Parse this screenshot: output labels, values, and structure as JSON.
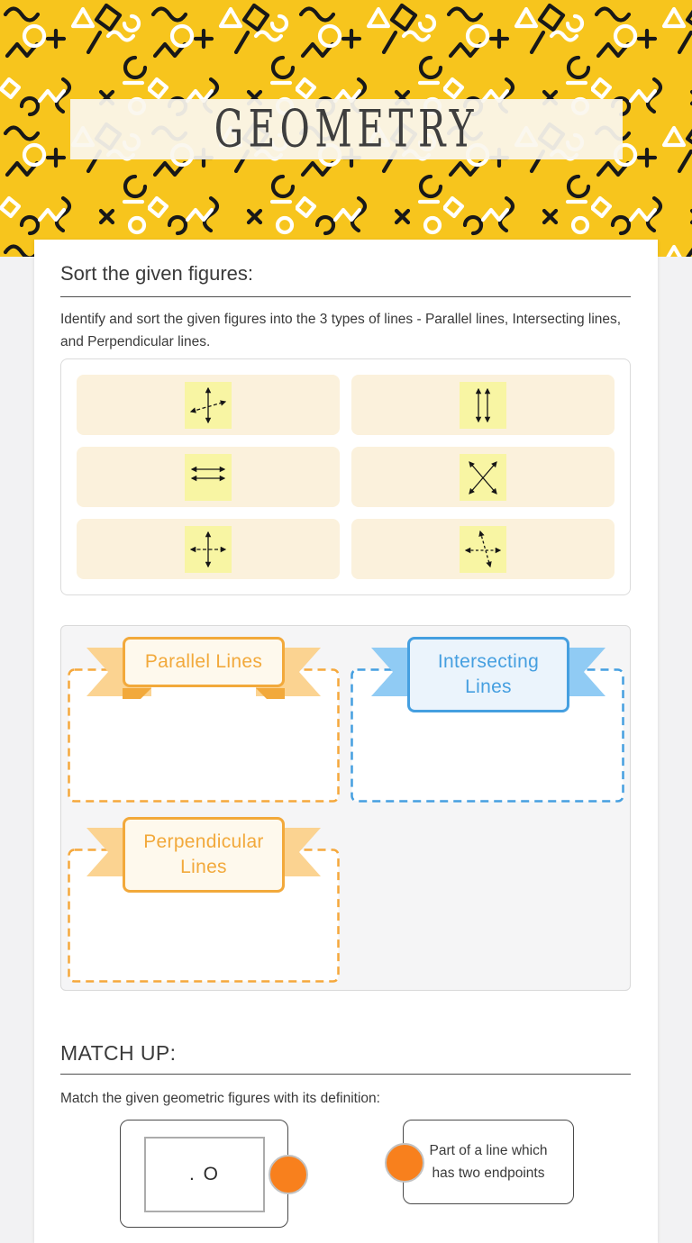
{
  "header": {
    "title": "GEOMETRY",
    "bg_color": "#F7C51D",
    "banner_color": "#F8F4EC",
    "title_color": "#3E3E3E"
  },
  "sort_section": {
    "heading": "Sort the given figures:",
    "instructions": "Identify and sort the given figures into the 3 types of lines - Parallel lines, Intersecting lines, and Perpendicular lines.",
    "figures": [
      {
        "name": "intersecting-lines-tilted"
      },
      {
        "name": "parallel-lines-vertical"
      },
      {
        "name": "parallel-lines-horizontal"
      },
      {
        "name": "intersecting-lines-x-cross"
      },
      {
        "name": "perpendicular-lines-cross"
      },
      {
        "name": "intersecting-lines-steep"
      }
    ],
    "figure_card_color": "#FBF1DC",
    "figure_tile_color": "#F8F5A3"
  },
  "zones": [
    {
      "label": "Parallel Lines",
      "accent": "#F2A93B",
      "wing": "#FBD391",
      "box_fill": "#FEF9ED"
    },
    {
      "label": "Intersecting Lines",
      "accent": "#459FE0",
      "wing": "#90CBF4",
      "box_fill": "#EBF4FC"
    },
    {
      "label": "Perpendicular Lines",
      "accent": "#F2A93B",
      "wing": "#FBD391",
      "box_fill": "#FEF9ED"
    }
  ],
  "match_section": {
    "heading": "MATCH UP:",
    "instructions": "Match the given geometric figures with its definition:",
    "left_card_figure_label": ". O",
    "right_card_text": "Part of a line which has two endpoints",
    "connector_color": "#F8801D"
  }
}
